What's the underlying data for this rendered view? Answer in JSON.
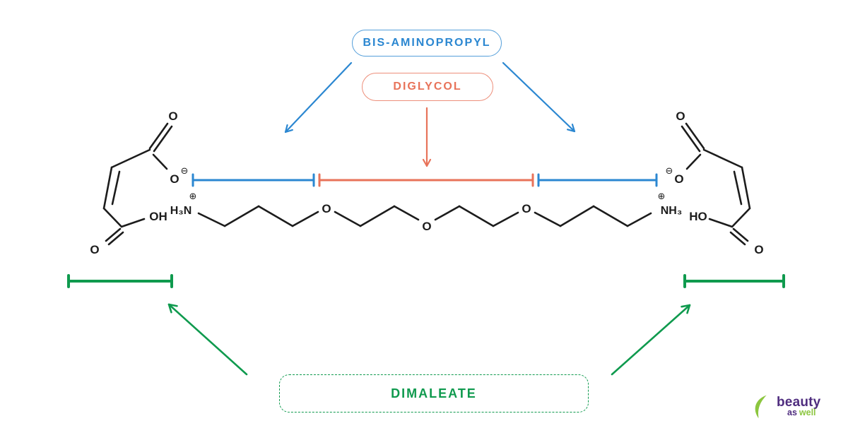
{
  "annotations": {
    "bis_aminopropyl": "BIS-AMINOPROPYL",
    "diglycol": "DIGLYCOL",
    "dimaleate": "DIMALEATE"
  },
  "colors": {
    "blue": "#2b87d1",
    "orange": "#e8735a",
    "green": "#0f9a4e",
    "structure": "#1c1c1c",
    "logo_purple": "#4f2d7f",
    "logo_green": "#8cc63f"
  },
  "molecule": {
    "left_maleate": {
      "o_top": "O",
      "minus": "⊖",
      "carboxylate_o": "O",
      "oh": "OH",
      "o_bottom": "O"
    },
    "chain": {
      "left_plus": "⊕",
      "left_ammonium": "H₃N",
      "ether_left": "O",
      "ether_middle": "O",
      "ether_right": "O",
      "right_plus": "⊕",
      "right_ammonium": "NH₃"
    },
    "right_maleate": {
      "o_top": "O",
      "minus": "⊖",
      "carboxylate_o": "O",
      "ho": "HO",
      "o_bottom": "O"
    }
  },
  "logo": {
    "name": "beauty",
    "tagline_a": "as",
    "tagline_b": "well"
  }
}
